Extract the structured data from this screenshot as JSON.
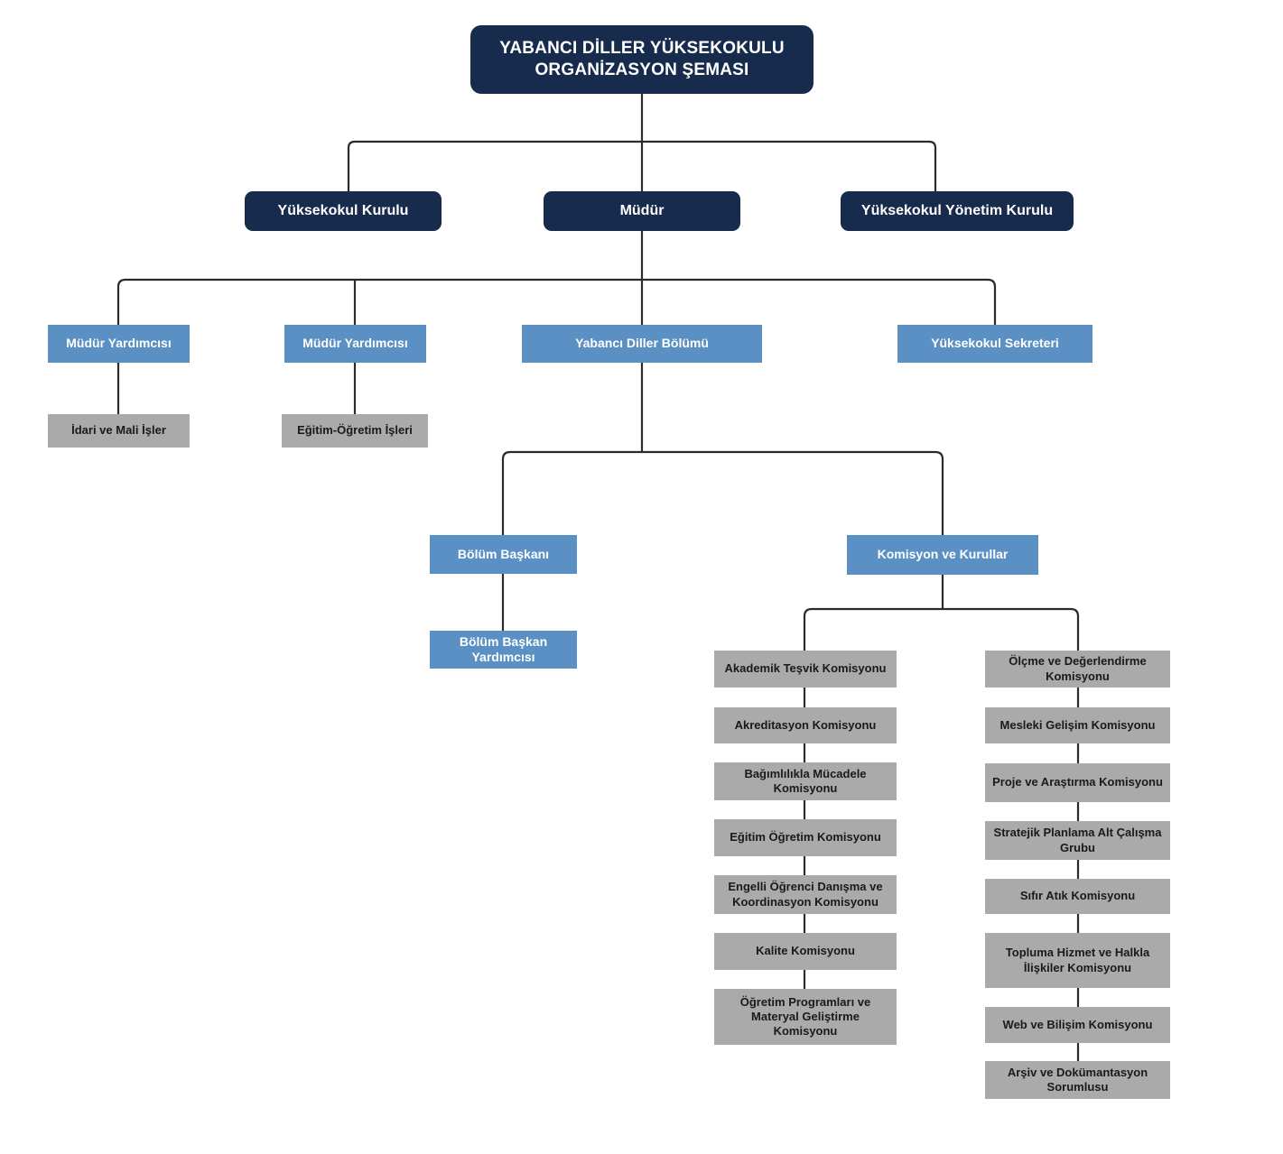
{
  "chart": {
    "kind": "organization-chart",
    "language": "tr",
    "colors": {
      "navy": "#172b4d",
      "blue": "#5b90c4",
      "gray": "#aaaaaa",
      "connector": "#2b2b2b",
      "background": "#ffffff",
      "navy_text": "#ffffff",
      "blue_text": "#ffffff",
      "gray_text": "#1a1a1a"
    },
    "title": {
      "line1": "YABANCI DİLLER YÜKSEKOKULU",
      "line2": "ORGANİZASYON ŞEMASI"
    },
    "level2": [
      {
        "label": "Yüksekokul Kurulu"
      },
      {
        "label": "Müdür"
      },
      {
        "label": "Yüksekokul Yönetim Kurulu"
      }
    ],
    "level3": [
      {
        "label": "Müdür Yardımcısı"
      },
      {
        "label": "Müdür Yardımcısı"
      },
      {
        "label": "Yabancı Diller Bölümü"
      },
      {
        "label": "Yüksekokul Sekreteri"
      }
    ],
    "level4_support": [
      {
        "label": "İdari ve Mali İşler"
      },
      {
        "label": "Eğitim-Öğretim İşleri"
      }
    ],
    "department_branch": [
      {
        "label": "Bölüm Başkanı"
      },
      {
        "label": "Komisyon ve Kurullar"
      }
    ],
    "deputy_head": {
      "label": "Bölüm Başkan Yardımcısı"
    },
    "commissions_left": [
      {
        "label": "Akademik Teşvik Komisyonu"
      },
      {
        "label": "Akreditasyon Komisyonu"
      },
      {
        "label": "Bağımlılıkla Mücadele Komisyonu"
      },
      {
        "label": "Eğitim Öğretim Komisyonu"
      },
      {
        "label": "Engelli Öğrenci Danışma ve Koordinasyon Komisyonu"
      },
      {
        "label": "Kalite Komisyonu"
      },
      {
        "label": "Öğretim Programları ve Materyal Geliştirme Komisyonu"
      }
    ],
    "commissions_right": [
      {
        "label": "Ölçme ve Değerlendirme Komisyonu"
      },
      {
        "label": "Mesleki Gelişim Komisyonu"
      },
      {
        "label": "Proje ve Araştırma Komisyonu"
      },
      {
        "label": "Stratejik Planlama Alt Çalışma Grubu"
      },
      {
        "label": "Sıfır Atık Komisyonu"
      },
      {
        "label": "Topluma Hizmet ve Halkla İlişkiler Komisyonu"
      },
      {
        "label": "Web ve Bilişim Komisyonu"
      },
      {
        "label": "Arşiv ve Dokümantasyon Sorumlusu"
      }
    ]
  }
}
